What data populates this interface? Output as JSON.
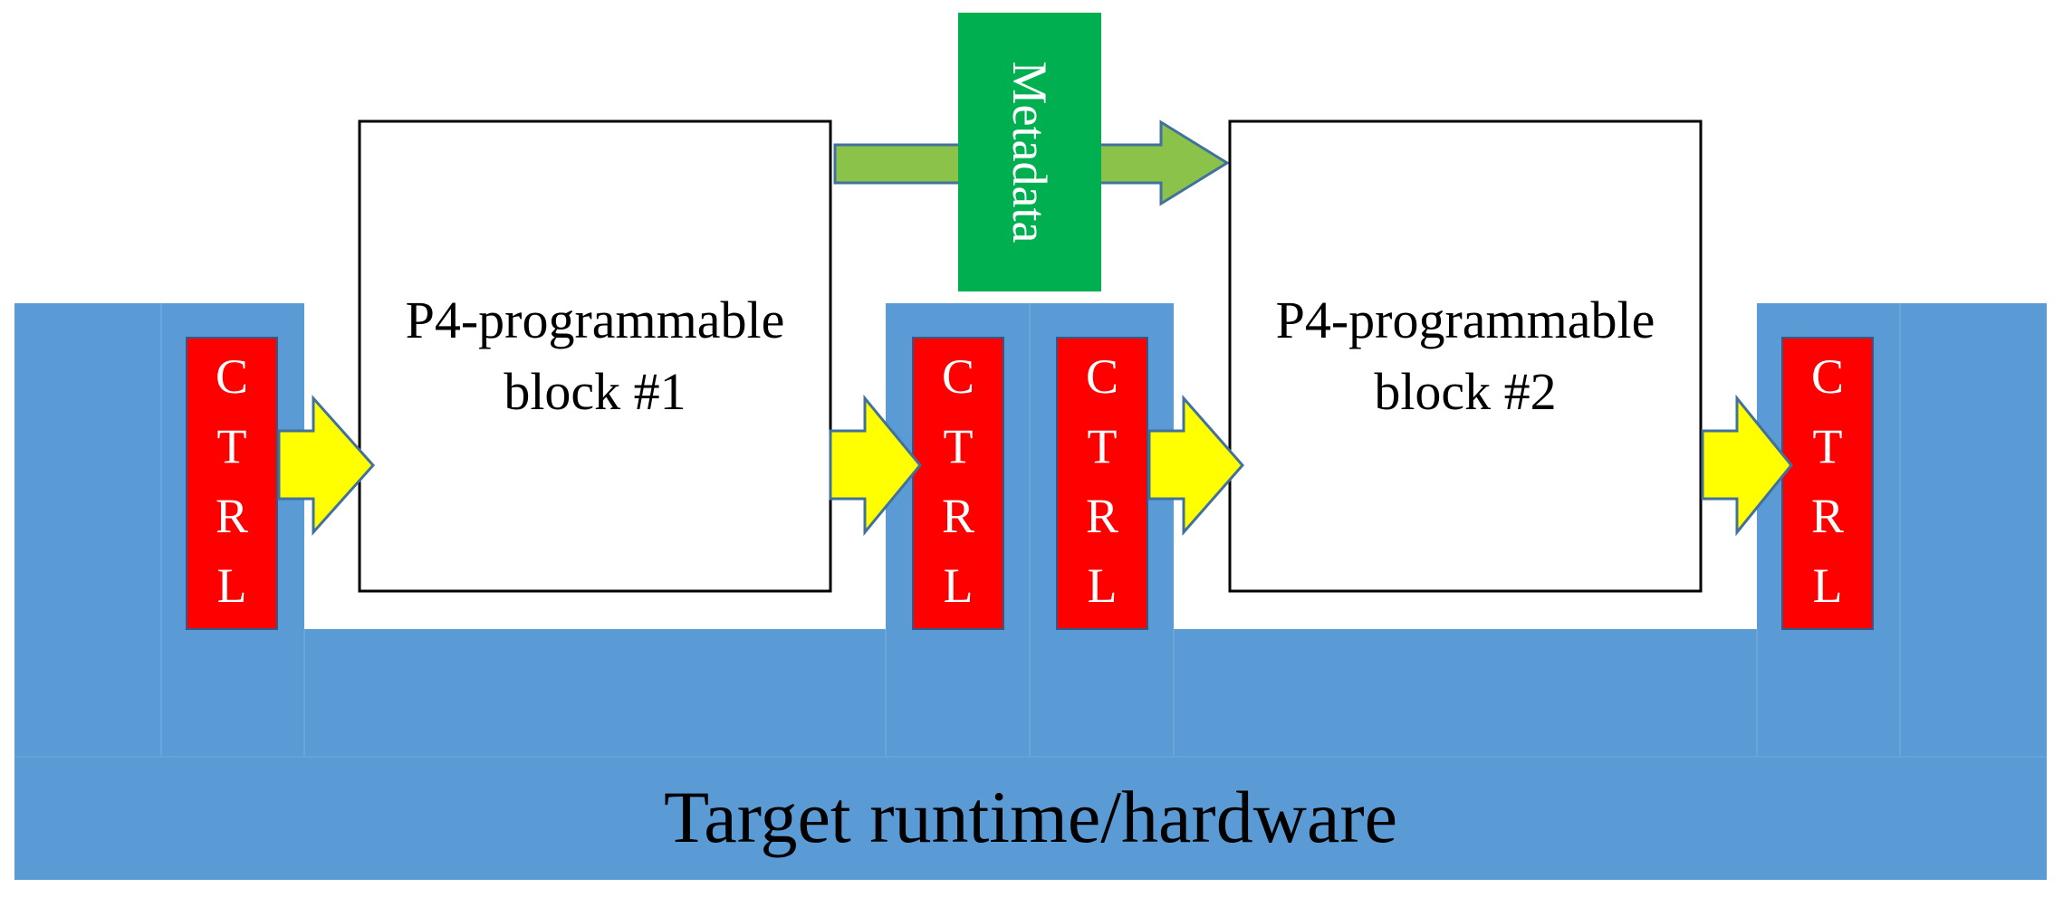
{
  "blocks": [
    {
      "label_line1": "P4-programmable",
      "label_line2": "block #1"
    },
    {
      "label_line1": "P4-programmable",
      "label_line2": "block #2"
    }
  ],
  "metadata": {
    "label": "Metadata"
  },
  "ctrl": {
    "letters": [
      "C",
      "T",
      "R",
      "L"
    ]
  },
  "runtime": {
    "label": "Target runtime/hardware"
  },
  "colors": {
    "runtime_blue": "#5b9bd5",
    "ctrl_red": "#ff0000",
    "metadata_green": "#00b050",
    "arrow_green": "#8bc34a",
    "arrow_yellow": "#ffff00",
    "arrow_stroke": "#41719c"
  }
}
